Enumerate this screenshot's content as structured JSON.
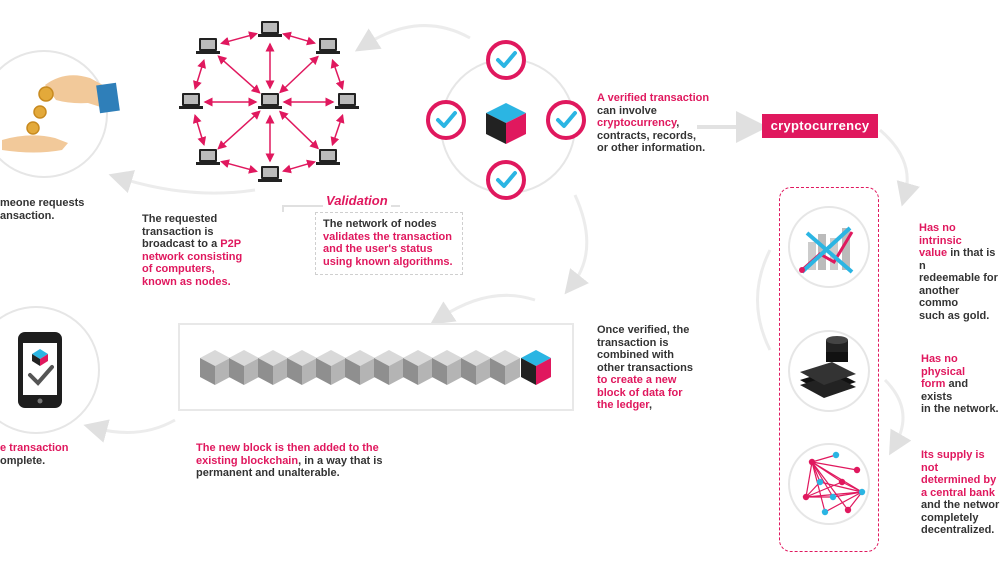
{
  "step_request": {
    "line1": "meone requests",
    "line2": "ansaction."
  },
  "step_broadcast": {
    "l1": "The requested",
    "l2": "transaction is",
    "l3": "broadcast to a ",
    "l3b": "P2P",
    "l4": "network consisting",
    "l5": "of computers,",
    "l6": "known as nodes."
  },
  "validation": {
    "title": "Validation",
    "l1": "The network of nodes",
    "l2": "validates the transaction",
    "l3": "and the user's status",
    "l4": "using known algorithms."
  },
  "verified": {
    "l1": "A verified transaction",
    "l2": "can involve",
    "l3": "cryptocurrency",
    "l3b": ",",
    "l4": "contracts, records,",
    "l5": "or other information."
  },
  "crypto_label": "cryptocurrency",
  "combined": {
    "l1": "Once verified, the",
    "l2": "transaction is",
    "l3": "combined with",
    "l4": "other transactions",
    "l5": "to create a new",
    "l6": "block of data for",
    "l7": "the ledger",
    "l7b": ","
  },
  "added": {
    "l1": "The new block is then added to the",
    "l2": "existing blockchain",
    "l2b": ", in a way that is",
    "l3": "permanent and unalterable."
  },
  "complete": {
    "l1": "e transaction",
    "l2": "omplete."
  },
  "props": {
    "p1": {
      "l1": "Has no intrinsic",
      "l2": "value",
      "l2b": " in that is n",
      "l3": "redeemable for",
      "l4": "another commo",
      "l5": "such as gold."
    },
    "p2": {
      "l1": "Has no physical",
      "l2": "form",
      "l2b": " and exists",
      "l3": "in the network."
    },
    "p3": {
      "l1": "Its supply is not",
      "l2": "determined by",
      "l3": "a central bank",
      "l4": "and the networ",
      "l5": "completely",
      "l6": "decentralized."
    }
  },
  "colors": {
    "accent": "#e0185e",
    "cyan": "#2bb5e3",
    "grey": "#e6e6e6"
  }
}
